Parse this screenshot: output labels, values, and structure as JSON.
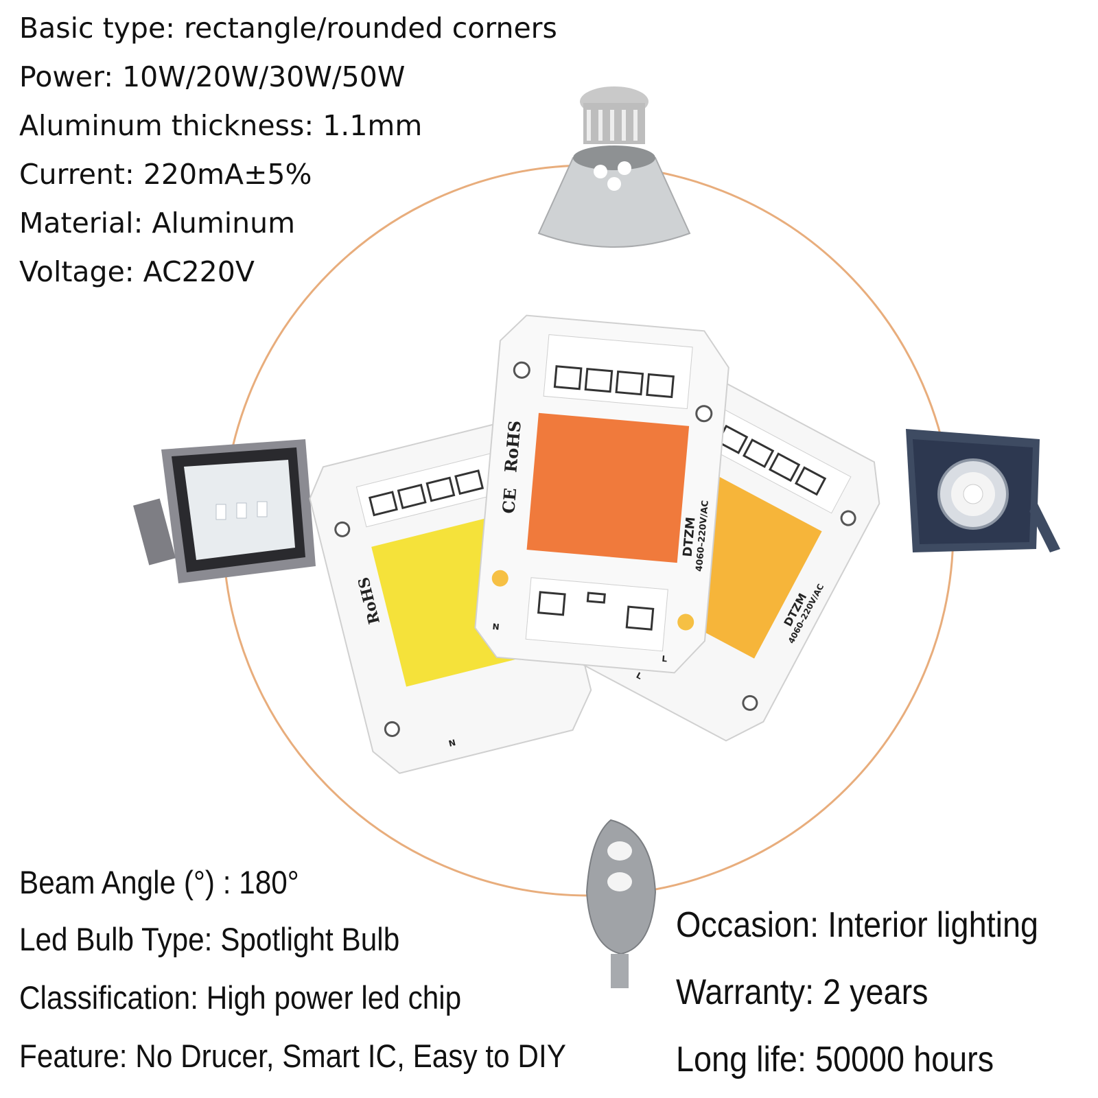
{
  "specs_top": [
    "Basic type: rectangle/rounded corners",
    "Power: 10W/20W/30W/50W",
    "Aluminum thickness: 1.1mm",
    "Current: 220mA±5%",
    "Material: Aluminum",
    "Voltage: AC220V"
  ],
  "specs_bottom_left": [
    "Beam Angle (°) : 180°",
    "Led Bulb Type: Spotlight Bulb",
    "Classification: High power led chip",
    "Feature: No Drucer, Smart IC, Easy to DIY"
  ],
  "specs_bottom_right": [
    "Occasion: Interior lighting",
    "Warranty: 2 years",
    "Long life: 50000 hours"
  ],
  "chip_labels": {
    "rohs": "RoHS",
    "ce": "CE",
    "brand": "DTZM",
    "model": "4060–220V/AC",
    "neutral": "N",
    "live": "L"
  },
  "colors": {
    "ring": "#e8ad7c",
    "chip_orange": "#f07a3c",
    "chip_yellow": "#f5e23a",
    "chip_warm": "#f6b53a"
  }
}
